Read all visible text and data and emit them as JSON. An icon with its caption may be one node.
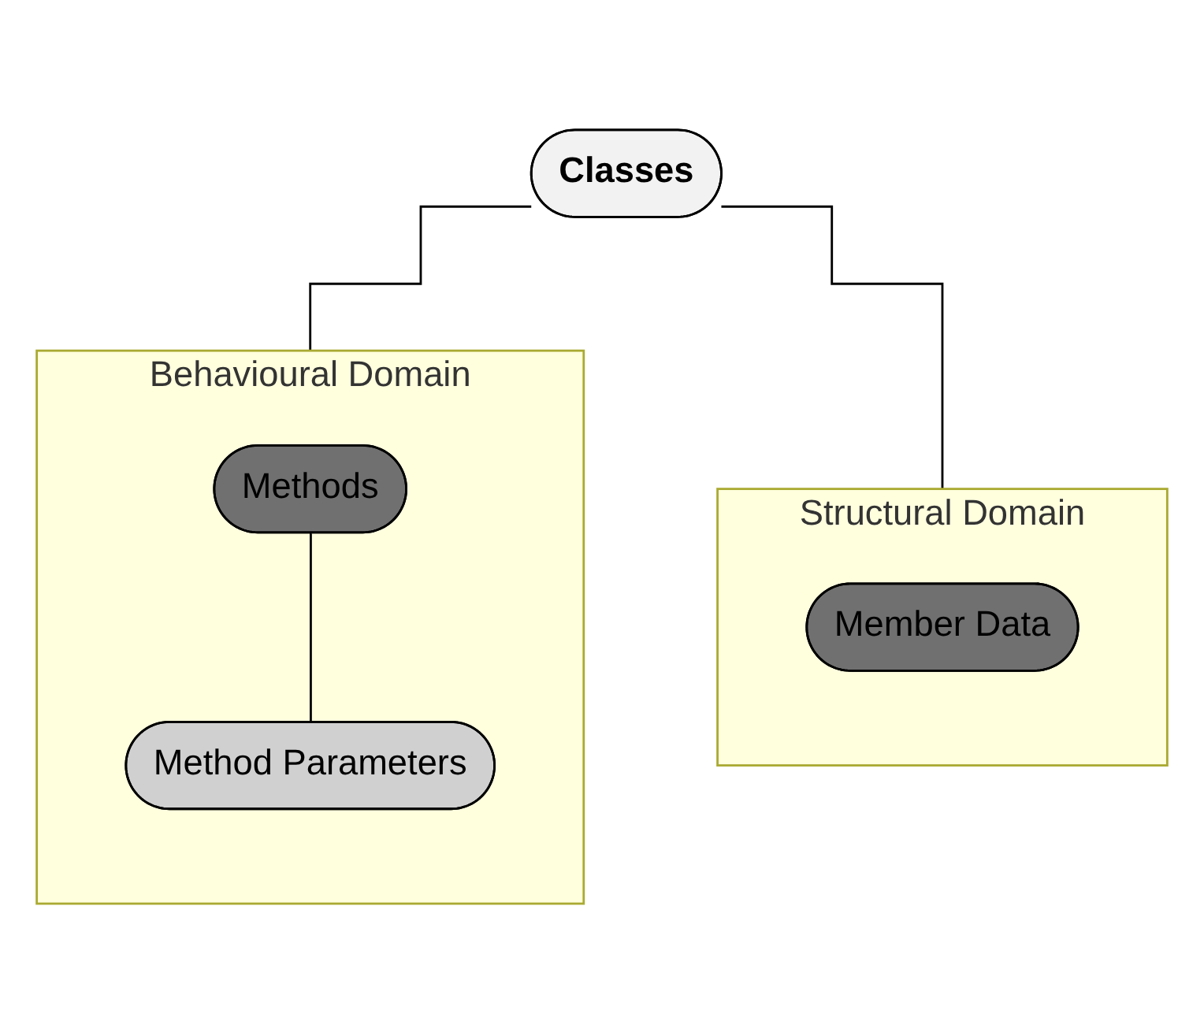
{
  "diagram": {
    "nodes": [
      {
        "text": [
          "Classes"
        ]
      },
      {
        "text": [
          "Behavioural Domain"
        ]
      },
      {
        "text": [
          "Methods"
        ],
        "in": 1
      },
      {
        "text": [
          "Method Parameters"
        ],
        "in": 1
      },
      {
        "text": [
          "Structural Domain"
        ]
      },
      {
        "text": [
          "Member Data"
        ],
        "in": 4
      }
    ],
    "edges": [
      {
        "from": 0,
        "to": 1,
        "arrow": "none"
      },
      {
        "from": 0,
        "to": 4,
        "arrow": "none"
      },
      {
        "from": 2,
        "to": 3,
        "arrow": "none"
      }
    ]
  }
}
